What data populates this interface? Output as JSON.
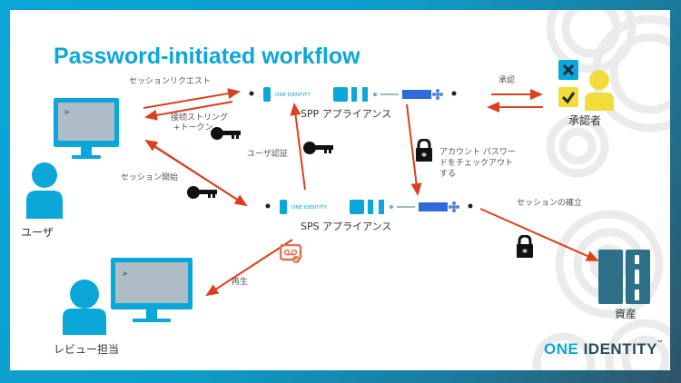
{
  "slide": {
    "title": "Password-initiated workflow"
  },
  "nodes": {
    "user": {
      "label": "ユーザ",
      "icon": "user-with-monitor-icon"
    },
    "reviewer": {
      "label": "レビュー担当",
      "icon": "user-with-monitor-icon"
    },
    "spp": {
      "label": "SPP アプライアンス",
      "icon": "appliance-rack-icon",
      "brand": "ONE IDENTITY"
    },
    "sps": {
      "label": "SPS アプライアンス",
      "icon": "appliance-rack-icon",
      "brand": "ONE IDENTITY"
    },
    "approver": {
      "label": "承認者",
      "icon": "approver-icon"
    },
    "asset": {
      "label": "資産",
      "icon": "server-icon"
    }
  },
  "edges": {
    "session_request": "セッションリクエスト",
    "connection_string_line1": "接続ストリング",
    "connection_string_line2": "+トークン",
    "session_start": "セッション開始",
    "user_auth": "ユーザ認証",
    "checkout_line1": "アカウント パスワー",
    "checkout_line2": "ドをチェックアウト",
    "checkout_line3": "する",
    "approval": "承認",
    "session_establish": "セッションの確立",
    "playback": "再生"
  },
  "terminal_prompt": ">",
  "logo": {
    "one": "ONE",
    "identity": " IDENTITY",
    "tm": "™"
  },
  "colors": {
    "accent": "#0aa7d8",
    "arrow": "#d9401f",
    "approver_yellow": "#f2dc3c",
    "asset_teal": "#2e7088",
    "screen_gray": "#aebcc6",
    "record_icon": "#e07050"
  }
}
